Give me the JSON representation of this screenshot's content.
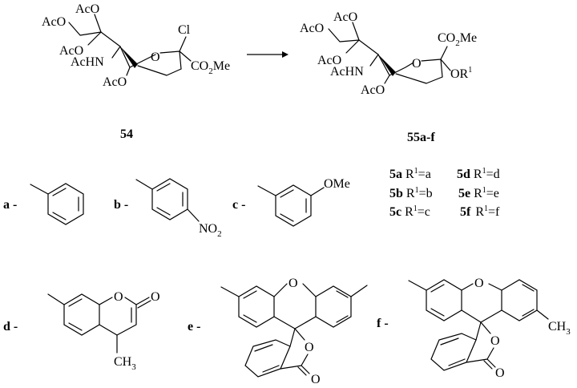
{
  "compounds": {
    "starting": {
      "id": "54",
      "groups": {
        "aco_top": "AcO",
        "aco_upper": "AcO",
        "aco_mid": "AcO",
        "achn": "AcHN",
        "aco_low": "AcO",
        "ring_o": "O",
        "cl": "Cl",
        "co2me_co": "CO",
        "co2me_2": "2",
        "co2me_me": "Me"
      }
    },
    "product": {
      "id": "55a-f",
      "groups": {
        "aco_top": "AcO",
        "aco_upper": "AcO",
        "aco_mid": "AcO",
        "achn": "AcHN",
        "aco_low": "AcO",
        "ring_o": "O",
        "co2me": "CO",
        "co2me_2": "2",
        "co2me_me": "Me",
        "or": "OR",
        "or_sup": "1"
      }
    }
  },
  "product_table": [
    {
      "code": "5a",
      "r": "R",
      "sup": "1",
      "eq": "=a"
    },
    {
      "code": "5d",
      "r": "R",
      "sup": "1",
      "eq": "=d"
    },
    {
      "code": "5b",
      "r": "R",
      "sup": "1",
      "eq": "=b"
    },
    {
      "code": "5e",
      "r": "R",
      "sup": "1",
      "eq": "=e"
    },
    {
      "code": "5c",
      "r": "R",
      "sup": "1",
      "eq": "=c"
    },
    {
      "code": "5f",
      "r": "R",
      "sup": "1",
      "eq": "=f"
    }
  ],
  "substituents": {
    "a": {
      "label": "a -"
    },
    "b": {
      "label": "b -",
      "no2": "NO",
      "no2_sub": "2"
    },
    "c": {
      "label": "c -",
      "ome": "OMe"
    },
    "d": {
      "label": "d -",
      "o1": "O",
      "o2": "O",
      "ch3": "CH",
      "ch3_sub": "3"
    },
    "e": {
      "label": "e -",
      "ring_o": "O",
      "lac_o": "O",
      "co_o": "O"
    },
    "f": {
      "label": "f -",
      "ring_o": "O",
      "lac_o": "O",
      "co_o": "O",
      "ch3": "CH",
      "ch3_sub": "3"
    }
  }
}
